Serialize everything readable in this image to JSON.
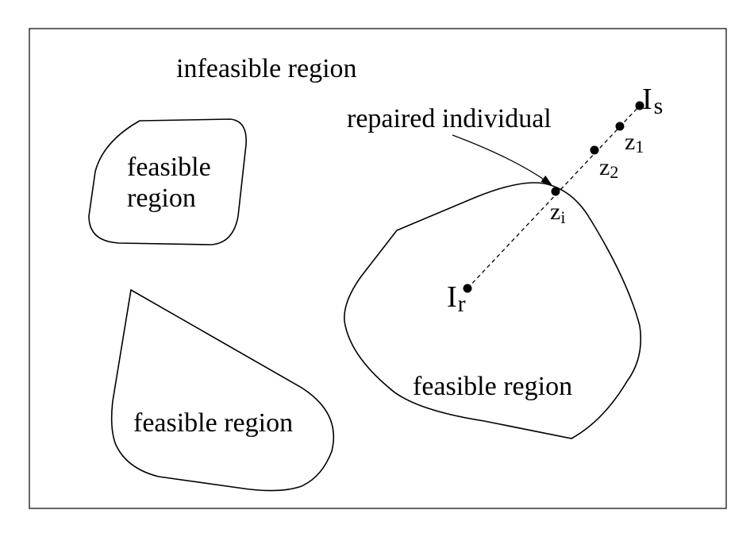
{
  "labels": {
    "infeasible": "infeasible region",
    "feasible_top_left_line1": "feasible",
    "feasible_top_left_line2": "region",
    "feasible_bottom_left": "feasible region",
    "feasible_right": "feasible region",
    "repaired": "repaired individual"
  },
  "points": {
    "Is": {
      "main": "I",
      "sub": "s"
    },
    "Ir": {
      "main": "I",
      "sub": "r"
    },
    "z1": {
      "main": "z",
      "sub": "1"
    },
    "z2": {
      "main": "z",
      "sub": "2"
    },
    "zi": {
      "main": "z",
      "sub": "i"
    }
  },
  "colors": {
    "stroke": "#000000",
    "background": "#ffffff"
  }
}
